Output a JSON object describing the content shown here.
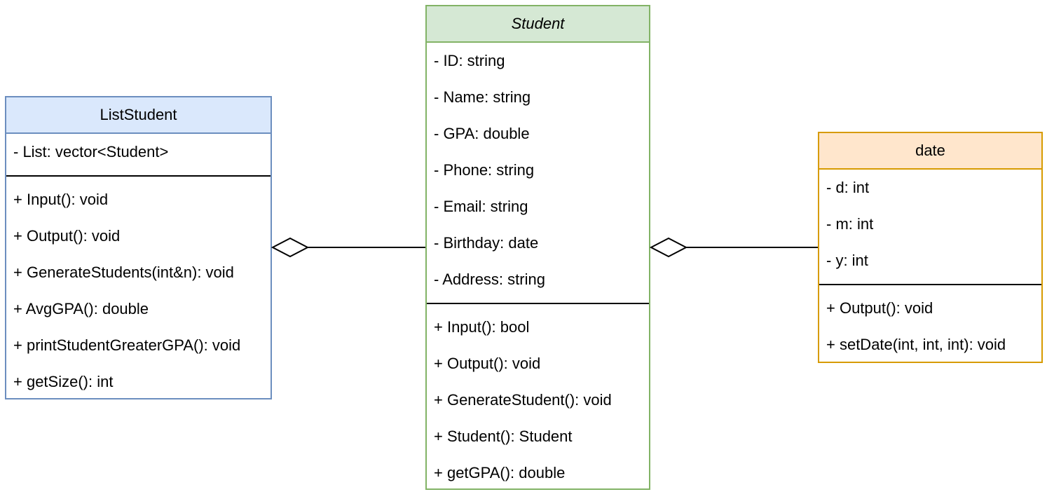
{
  "classes": {
    "liststudent": {
      "name": "ListStudent",
      "attributes": [
        "- List: vector<Student>"
      ],
      "methods": [
        "+ Input(): void",
        "+ Output(): void",
        "+ GenerateStudents(int&n): void",
        "+ AvgGPA(): double",
        "+ printStudentGreaterGPA(): void",
        "+ getSize(): int"
      ],
      "fill_color": "#dae8fc",
      "stroke_color": "#6c8ebf"
    },
    "student": {
      "name": "Student",
      "attributes": [
        "- ID: string",
        "- Name: string",
        "- GPA: double",
        "- Phone: string",
        "- Email: string",
        "- Birthday: date",
        "- Address: string"
      ],
      "methods": [
        "+ Input(): bool",
        "+ Output(): void",
        "+ GenerateStudent(): void",
        "+ Student(): Student",
        "+ getGPA(): double"
      ],
      "fill_color": "#d5e8d4",
      "stroke_color": "#82b366"
    },
    "date": {
      "name": "date",
      "attributes": [
        "- d: int",
        "- m: int",
        "- y: int"
      ],
      "methods": [
        "+ Output(): void",
        "+ setDate(int, int, int): void"
      ],
      "fill_color": "#ffe6cc",
      "stroke_color": "#d79b00"
    }
  },
  "relations": [
    {
      "type": "aggregation",
      "whole": "ListStudent",
      "part": "Student",
      "diamond_icon": "hollow-diamond-icon"
    },
    {
      "type": "aggregation",
      "whole": "Student",
      "part": "date",
      "diamond_icon": "hollow-diamond-icon"
    }
  ]
}
